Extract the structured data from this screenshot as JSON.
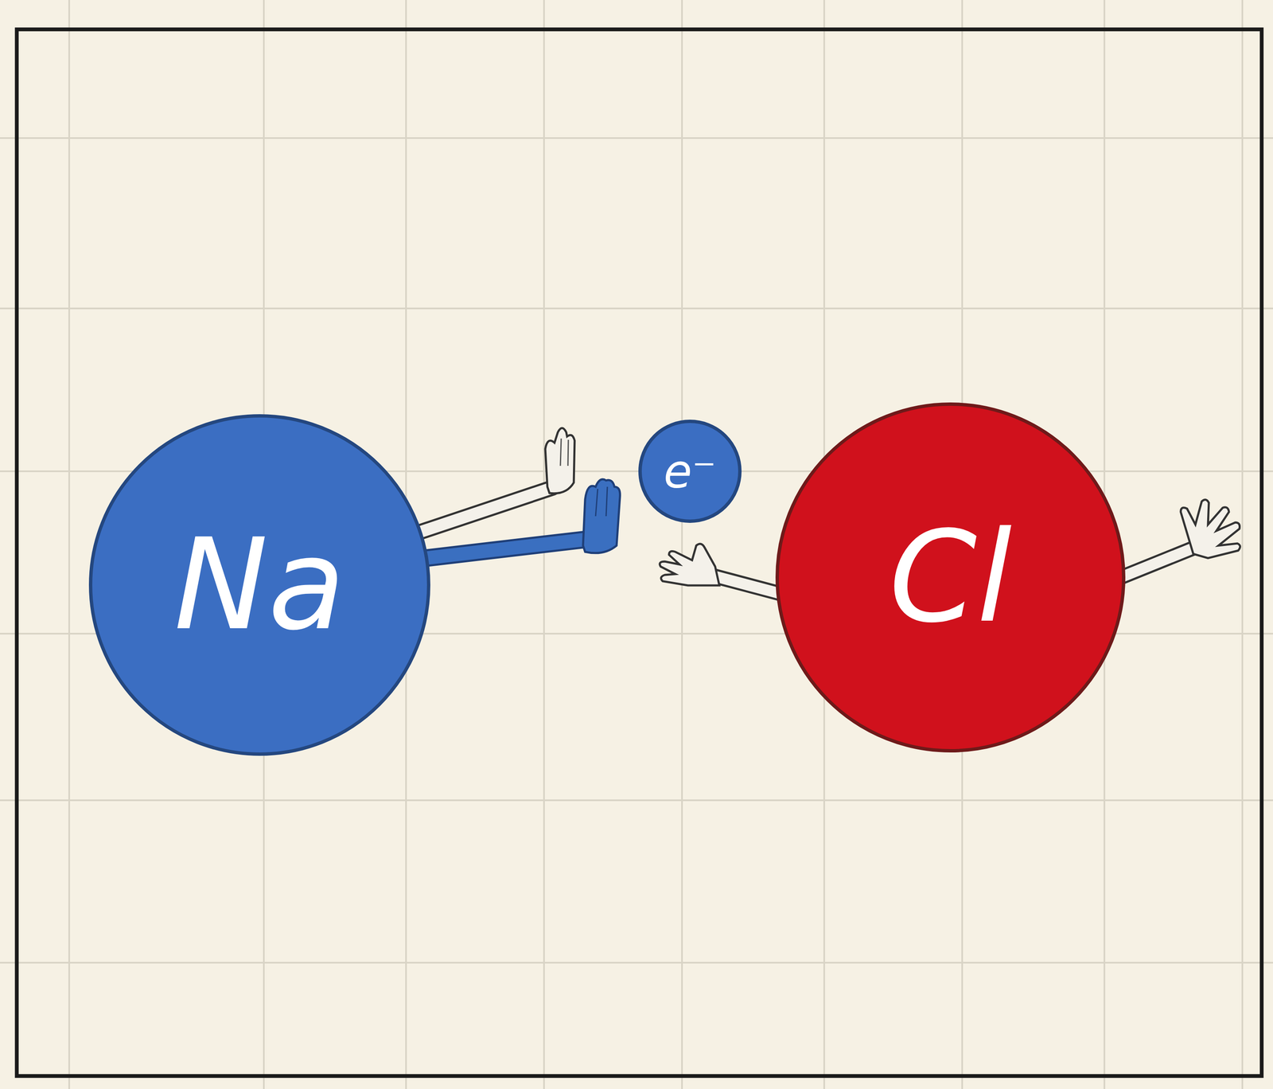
{
  "diagram": {
    "nodes": [
      {
        "text": [
          "Na"
        ]
      },
      {
        "text": [
          "e⁻"
        ]
      },
      {
        "text": [
          "Cl"
        ]
      }
    ]
  }
}
